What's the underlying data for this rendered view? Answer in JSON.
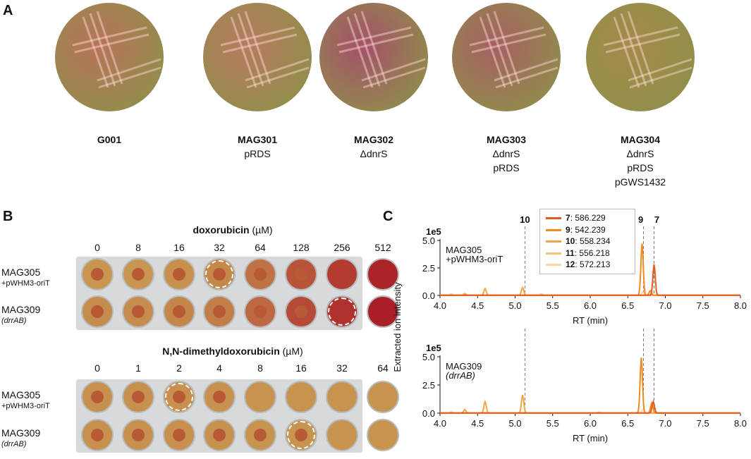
{
  "panels": {
    "a": "A",
    "b": "B",
    "c": "C"
  },
  "plates": [
    {
      "name": "G001",
      "lines": [],
      "color": "#b8735a"
    },
    {
      "name": "MAG301",
      "lines": [
        "pRDS"
      ],
      "color": "#b87a60"
    },
    {
      "name": "MAG302",
      "lines": [
        "ΔdnrS"
      ],
      "color": "#a5506a"
    },
    {
      "name": "MAG303",
      "lines": [
        "ΔdnrS",
        "pRDS"
      ],
      "color": "#a65f62"
    },
    {
      "name": "MAG304",
      "lines": [
        "ΔdnrS",
        "pRDS",
        "pGWS1432"
      ],
      "color": "#a58a4a"
    }
  ],
  "panel_b": {
    "doxo": {
      "title": "doxorubicin",
      "unit": "(µM)",
      "concentrations": [
        "0",
        "8",
        "16",
        "32",
        "64",
        "128",
        "256",
        "512"
      ],
      "rows": [
        {
          "label": "MAG305",
          "sub": "+pWHM3-oriT",
          "marked_index": 3
        },
        {
          "label": "MAG309",
          "sub": "(drrAB)",
          "marked_index": 6
        }
      ]
    },
    "nndm": {
      "title": "N,N-dimethyldoxorubicin",
      "unit": "(µM)",
      "concentrations": [
        "0",
        "1",
        "2",
        "4",
        "8",
        "16",
        "32",
        "64"
      ],
      "rows": [
        {
          "label": "MAG305",
          "sub": "+pWHM3-oriT",
          "marked_index": 2
        },
        {
          "label": "MAG309",
          "sub": "(drrAB)",
          "marked_index": 5
        }
      ]
    }
  },
  "chart_data": [
    {
      "type": "line",
      "title": "",
      "strain": "MAG305",
      "strain_sub": "+pWHM3-oriT",
      "xlabel": "RT (min)",
      "ylabel": "Extracted ion intensity",
      "y_multiplier": "1e5",
      "xlim": [
        4.0,
        8.0
      ],
      "ylim": [
        0,
        5.0
      ],
      "xticks": [
        "4.0",
        "4.5",
        "5.0",
        "5.5",
        "6.0",
        "6.5",
        "7.0",
        "7.5",
        "8.0"
      ],
      "yticks": [
        "0.0",
        "2.5",
        "5.0"
      ],
      "series": [
        {
          "name": "7",
          "peaks": [
            [
              6.85,
              2.8
            ]
          ]
        },
        {
          "name": "9",
          "peaks": [
            [
              6.69,
              4.7
            ],
            [
              6.8,
              0.4
            ]
          ]
        },
        {
          "name": "10",
          "peaks": [
            [
              4.6,
              0.6
            ],
            [
              5.1,
              0.7
            ],
            [
              4.33,
              0.15
            ]
          ]
        },
        {
          "name": "11",
          "peaks": [
            [
              4.15,
              0.1
            ],
            [
              5.35,
              0.1
            ]
          ]
        },
        {
          "name": "12",
          "peaks": [
            [
              6.7,
              0.3
            ]
          ]
        }
      ]
    },
    {
      "type": "line",
      "title": "",
      "strain": "MAG309",
      "strain_sub": "(drrAB)",
      "xlabel": "RT (min)",
      "ylabel": "Extracted ion intensity",
      "y_multiplier": "1e5",
      "xlim": [
        4.0,
        8.0
      ],
      "ylim": [
        0,
        5.0
      ],
      "xticks": [
        "4.0",
        "4.5",
        "5.0",
        "5.5",
        "6.0",
        "6.5",
        "7.0",
        "7.5",
        "8.0"
      ],
      "yticks": [
        "0.0",
        "2.5",
        "5.0"
      ],
      "series": [
        {
          "name": "7",
          "peaks": [
            [
              6.84,
              1.0
            ]
          ]
        },
        {
          "name": "9",
          "peaks": [
            [
              6.68,
              4.9
            ],
            [
              6.82,
              0.9
            ]
          ]
        },
        {
          "name": "10",
          "peaks": [
            [
              4.6,
              1.0
            ],
            [
              5.1,
              1.6
            ],
            [
              4.33,
              0.3
            ]
          ]
        },
        {
          "name": "11",
          "peaks": [
            [
              4.15,
              0.1
            ],
            [
              6.12,
              0.08
            ]
          ]
        },
        {
          "name": "12",
          "peaks": [
            [
              6.7,
              0.3
            ]
          ]
        }
      ]
    }
  ],
  "peak_markers": [
    {
      "label": "10",
      "rt": 5.13,
      "color": "#f0a040"
    },
    {
      "label": "9",
      "rt": 6.71,
      "color": "#f08a1e"
    },
    {
      "label": "7",
      "rt": 6.85,
      "color": "#e35b20"
    }
  ],
  "legend": [
    {
      "id": "7",
      "mz": ": 586.229",
      "color": "#e35b20"
    },
    {
      "id": "9",
      "mz": ": 542.239",
      "color": "#f08a1e"
    },
    {
      "id": "10",
      "mz": ": 558.234",
      "color": "#f3a544"
    },
    {
      "id": "11",
      "mz": ": 556.218",
      "color": "#f7c27a"
    },
    {
      "id": "12",
      "mz": ": 572.213",
      "color": "#f9d8a6"
    }
  ]
}
